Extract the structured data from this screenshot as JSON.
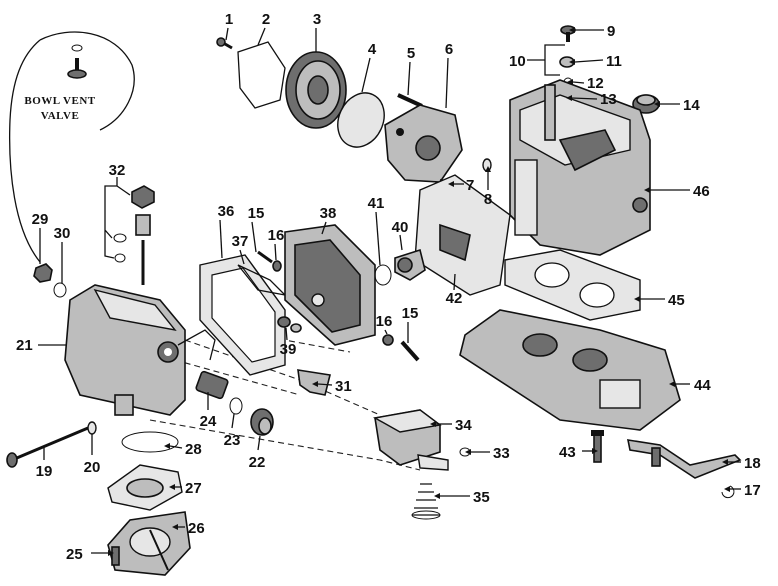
{
  "callouts": [
    "1",
    "2",
    "3",
    "4",
    "5",
    "6",
    "7",
    "8",
    "9",
    "10",
    "11",
    "12",
    "13",
    "14",
    "15",
    "16",
    "17",
    "18",
    "19",
    "20",
    "21",
    "22",
    "23",
    "24",
    "25",
    "26",
    "27",
    "28",
    "29",
    "30",
    "31",
    "32",
    "33",
    "34",
    "35",
    "36",
    "37",
    "38",
    "39",
    "40",
    "41",
    "42",
    "43",
    "44",
    "45",
    "46"
  ],
  "inset_caption": {
    "line1": "BOWL VENT",
    "line2": "VALVE"
  }
}
